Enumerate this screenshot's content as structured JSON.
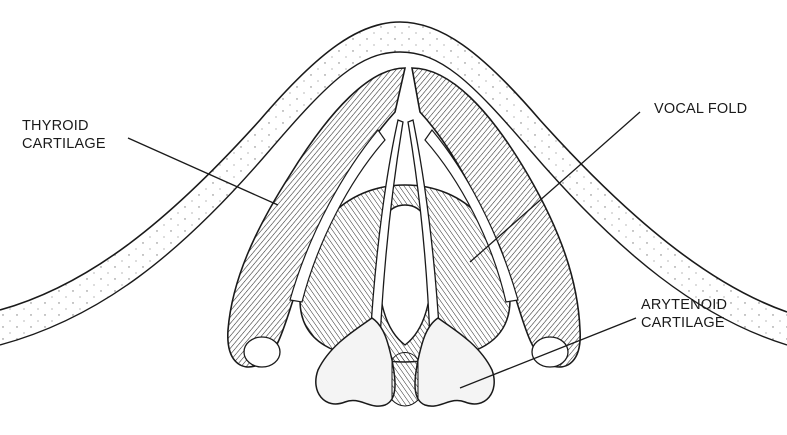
{
  "labels": {
    "thyroid": "THYROID\nCARTILAGE",
    "vocal_fold": "VOCAL FOLD",
    "arytenoid": "ARYTENOID\nCARTILAGE"
  },
  "colors": {
    "ink": "#1a1a1a",
    "shade": "#3a3a3a",
    "paper": "#ffffff"
  }
}
